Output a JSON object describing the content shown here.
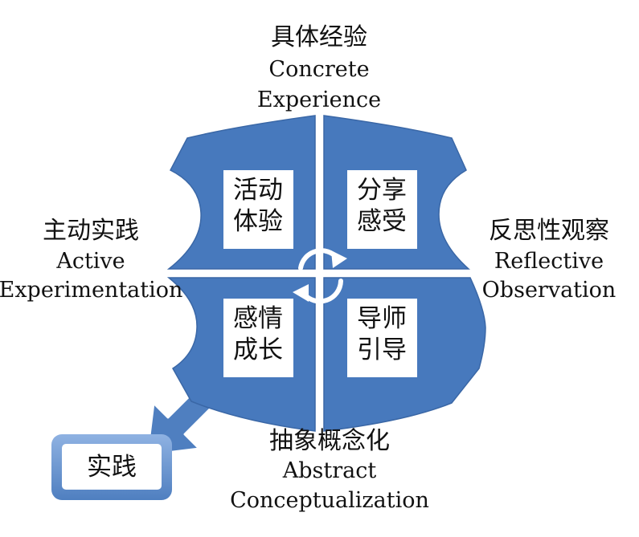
{
  "colors": {
    "quadrant": "#4779bd",
    "quadrant_edge": "#3a67a6",
    "box": "#ffffff",
    "arrow": "#4f7fc0",
    "badge_outer": "#5b8bd0",
    "text": "#111111"
  },
  "top_label": {
    "zh": "具体经验",
    "en_line1": "Concrete",
    "en_line2": "Experience"
  },
  "right_label": {
    "zh": "反思性观察",
    "en_line1": "Reflective",
    "en_line2": "Observation"
  },
  "bottom_label": {
    "zh": "抽象概念化",
    "en_line1": "Abstract",
    "en_line2": "Conceptualization"
  },
  "left_label": {
    "zh": "主动实践",
    "en_line1": "Active",
    "en_line2": "Experimentation"
  },
  "quadrants": {
    "top_left": {
      "line1": "活动",
      "line2": "体验"
    },
    "top_right": {
      "line1": "分享",
      "line2": "感受"
    },
    "bottom_left": {
      "line1": "感情",
      "line2": "成长"
    },
    "bottom_right": {
      "line1": "导师",
      "line2": "引导"
    }
  },
  "practice_badge": {
    "label": "实践"
  },
  "icons": {
    "cycle": "cycle-arrows-icon",
    "outcome": "outcome-arrow-icon"
  }
}
